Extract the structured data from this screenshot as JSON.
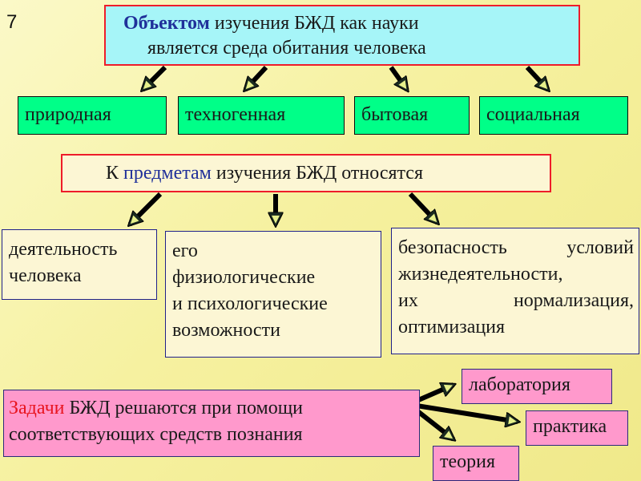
{
  "slide_number": "7",
  "object": {
    "keyword": "Объектом",
    "line1_rest": " изучения БЖД как науки",
    "line2": "является среда обитания человека"
  },
  "environments": [
    "природная",
    "техногенная",
    "бытовая",
    "социальная"
  ],
  "subject": {
    "prefix": "К ",
    "keyword": "предметам",
    "rest": " изучения БЖД относятся"
  },
  "subjects": {
    "s1": [
      "деятельность",
      "человека"
    ],
    "s2": [
      "его",
      "физиологические",
      "и психологические",
      "возможности"
    ],
    "s3": [
      "безопасность условий",
      "жизнедеятельности,",
      "их нормализация,",
      "оптимизация"
    ]
  },
  "tasks": {
    "keyword": "Задачи",
    "line1_rest": " БЖД решаются при помощи",
    "line2": "соответствующих средств познания"
  },
  "tools": [
    "лаборатория",
    "практика",
    "теория"
  ],
  "colors": {
    "object_bg": "#a6f5f8",
    "environment_bg": "#00ff88",
    "subject_border": "#ee1c2a",
    "subject_box_bg": "#fcf6d4",
    "tasks_bg": "#ff99cc",
    "keyword_blue": "#20309a",
    "keyword_red": "#e8141e"
  }
}
